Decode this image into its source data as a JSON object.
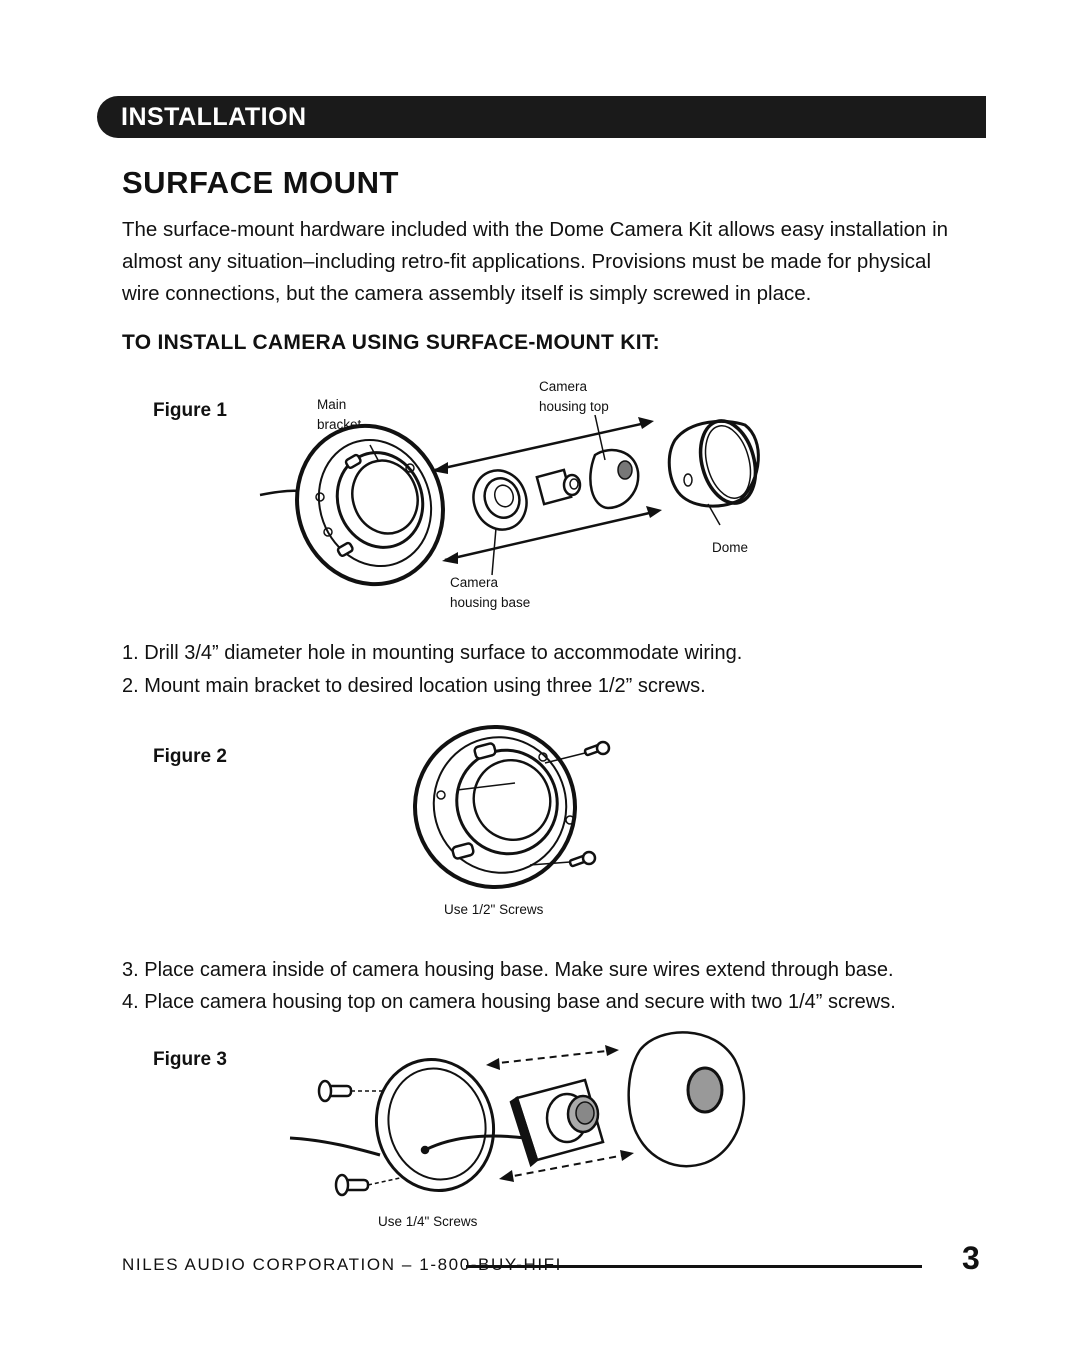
{
  "section": {
    "label": "INSTALLATION"
  },
  "title": "SURFACE MOUNT",
  "intro": "The surface-mount hardware included with the Dome Camera Kit allows easy installation in almost any situation–including retro-fit applications.  Provisions must be made for physical wire connections, but the camera assembly itself is simply screwed in place.",
  "subtitle": "TO INSTALL CAMERA USING SURFACE-MOUNT KIT:",
  "figure1": {
    "label": "Figure 1",
    "callouts": {
      "main_bracket_line1": "Main",
      "main_bracket_line2": "bracket",
      "housing_top_line1": "Camera",
      "housing_top_line2": "housing top",
      "dome": "Dome",
      "housing_base_line1": "Camera",
      "housing_base_line2": "housing base"
    }
  },
  "steps": {
    "s1": "1. Drill 3/4” diameter hole in mounting surface to accommodate wiring.",
    "s2": "2. Mount main bracket to desired location using three 1/2” screws.",
    "s3": "3. Place camera inside of camera housing base. Make sure wires extend through base.",
    "s4": "4. Place camera housing top on camera housing base and secure with two 1/4” screws."
  },
  "figure2": {
    "label": "Figure 2",
    "caption": "Use 1/2\" Screws"
  },
  "figure3": {
    "label": "Figure 3",
    "caption": "Use 1/4\" Screws"
  },
  "footer": {
    "text": "NILES AUDIO CORPORATION – 1-800-BUY-HIFI",
    "page_number": "3"
  }
}
